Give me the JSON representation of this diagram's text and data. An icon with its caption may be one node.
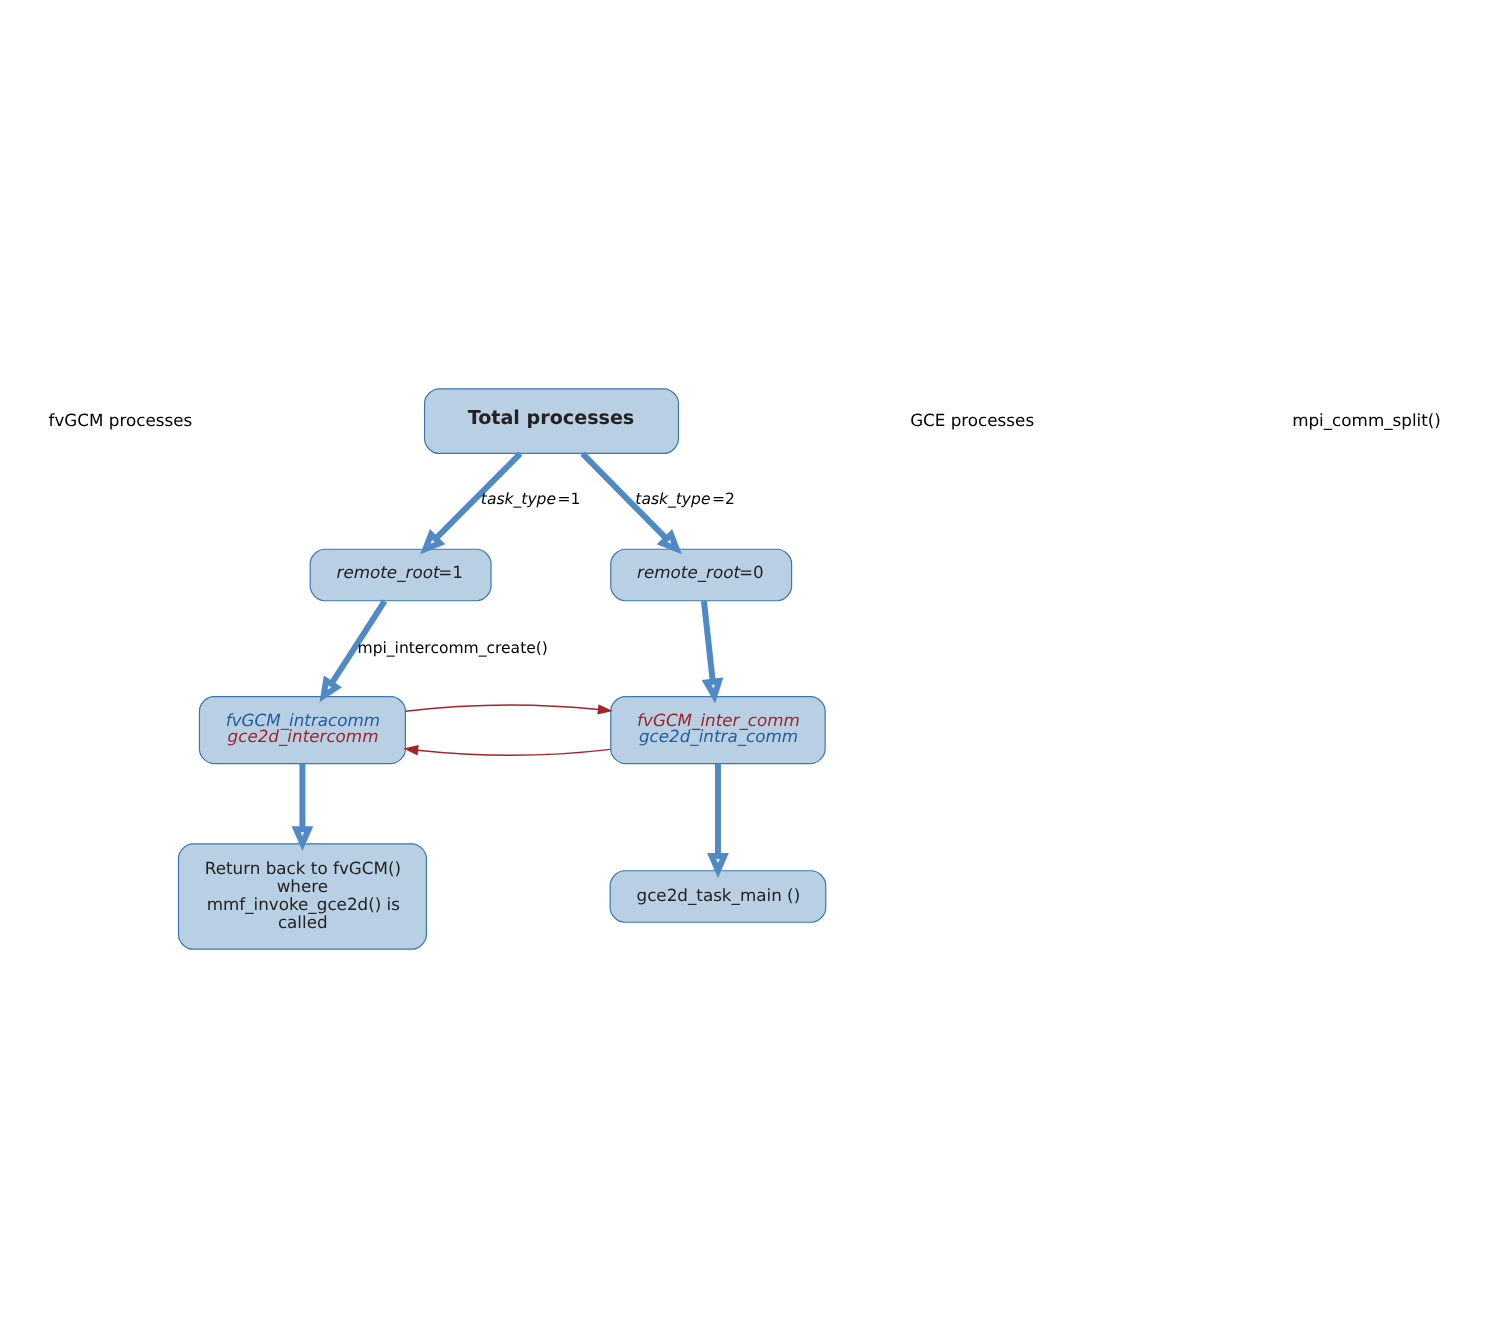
{
  "diagram": {
    "nodes": [
      {
        "text": [
          "Total processes"
        ]
      },
      {
        "text": [
          "*remote_root*=1"
        ]
      },
      {
        "text": [
          "*remote_root*=0"
        ]
      },
      {
        "text": [
          "*fvGCM_intracomm*",
          "*gce2d_intercomm*"
        ]
      },
      {
        "text": [
          "*fvGCM_inter_comm*",
          "*gce2d_intra_comm*"
        ]
      },
      {
        "text": [
          "Return back to fvGCM() where mmf_invoke_gce2d() is called"
        ]
      },
      {
        "text": [
          "gce2d_task_main ()"
        ]
      }
    ],
    "edges": [
      {
        "from": 0,
        "to": 1,
        "arrow": "to",
        "label": "*task_type*=1"
      },
      {
        "from": 0,
        "to": 2,
        "arrow": "to",
        "label": "*task_type*=2"
      },
      {
        "from": 1,
        "to": 3,
        "arrow": "to",
        "label": "mpi_intercomm_create()"
      },
      {
        "from": 2,
        "to": 4,
        "arrow": "to"
      },
      {
        "from": 4,
        "to": 3,
        "arrow": "to",
        "color": "#a3232b"
      },
      {
        "from": 3,
        "to": 4,
        "arrow": "to",
        "color": "#a3232b"
      },
      {
        "from": 3,
        "to": 5,
        "arrow": "to"
      },
      {
        "from": 4,
        "to": 6,
        "arrow": "to"
      }
    ],
    "labels": [
      "fvGCM processes",
      "GCE processes",
      "mpi_comm_split()"
    ]
  }
}
